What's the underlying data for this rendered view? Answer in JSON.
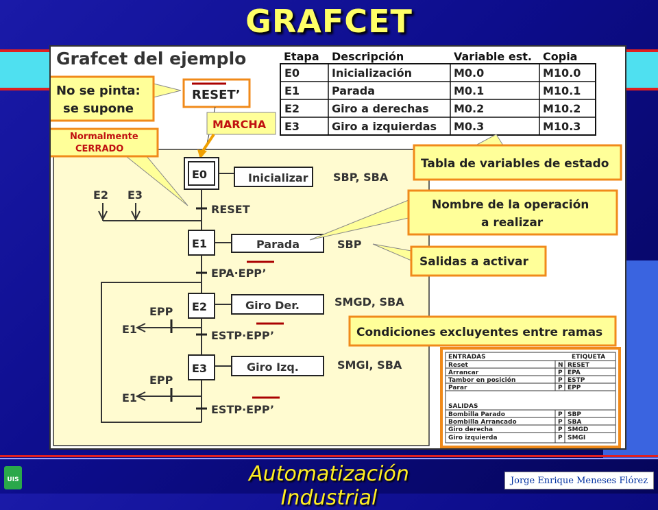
{
  "slide": {
    "title": "GRAFCET",
    "footer": "Automatización Industrial",
    "author": "Jorge Enrique Meneses Flórez",
    "logo_text": "UIS",
    "colors": {
      "title": "#ffff66",
      "background": "#0d0d8c",
      "panel": "#fffbd0",
      "callout": "#ffff99",
      "callout_border": "#f08a1a",
      "accent_red": "#e02020",
      "cyan": "#4fe0f0"
    }
  },
  "diagram": {
    "heading": "Grafcet del ejemplo",
    "state_table": {
      "headers": [
        "Etapa",
        "Descripción",
        "Variable est.",
        "Copia"
      ],
      "rows": [
        [
          "E0",
          "Inicialización",
          "M0.0",
          "M10.0"
        ],
        [
          "E1",
          "Parada",
          "M0.1",
          "M10.1"
        ],
        [
          "E2",
          "Giro a derechas",
          "M0.2",
          "M10.2"
        ],
        [
          "E3",
          "Giro a izquierdas",
          "M0.3",
          "M10.3"
        ]
      ]
    },
    "steps": [
      {
        "id": "E0",
        "action": "Inicializar",
        "outputs": "SBP, SBA"
      },
      {
        "id": "E1",
        "action": "Parada",
        "outputs": "SBP"
      },
      {
        "id": "E2",
        "action": "Giro Der.",
        "outputs": "SMGD, SBA"
      },
      {
        "id": "E3",
        "action": "Giro Izq.",
        "outputs": "SMGI, SBA"
      }
    ],
    "transitions": {
      "t0": "RESET",
      "t1": "EPA·EPP’",
      "t2": "ESTP·EPP’",
      "t3": "ESTP·EPP’",
      "branch_epp": "EPP",
      "branch_e1": "E1",
      "top_e2": "E2",
      "top_e3": "E3"
    },
    "reset_box": "RESET’",
    "marcha": "MARCHA",
    "callouts": {
      "no_se_pinta_1": "No se pinta:",
      "no_se_pinta_2": "se supone",
      "normalmente_1": "Normalmente",
      "normalmente_2": "CERRADO",
      "tabla": "Tabla de variables de estado",
      "nombre_1": "Nombre de la operación",
      "nombre_2": "a realizar",
      "salidas": "Salidas a activar",
      "condiciones": "Condiciones excluyentes entre ramas"
    },
    "io_table": {
      "inputs_header": "ENTRADAS",
      "tag_header": "ETIQUETA",
      "inputs": [
        [
          "Reset",
          "N",
          "RESET"
        ],
        [
          "Arrancar",
          "P",
          "EPA"
        ],
        [
          "Tambor en posición",
          "P",
          "ESTP"
        ],
        [
          "Parar",
          "P",
          "EPP"
        ]
      ],
      "outputs_header": "SALIDAS",
      "outputs": [
        [
          "Bombilla Parado",
          "P",
          "SBP"
        ],
        [
          "Bombilla Arrancado",
          "P",
          "SBA"
        ],
        [
          "Giro derecha",
          "P",
          "SMGD"
        ],
        [
          "Giro izquierda",
          "P",
          "SMGI"
        ]
      ]
    }
  }
}
